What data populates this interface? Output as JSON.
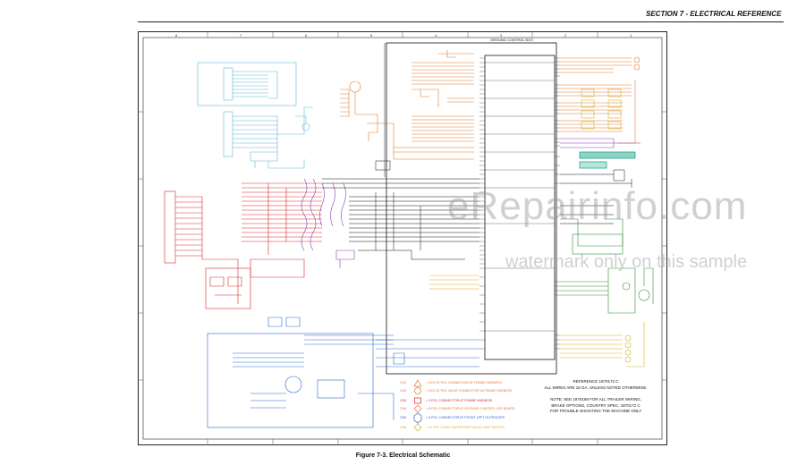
{
  "header": {
    "section_title": "SECTION 7 - ELECTRICAL REFERENCE"
  },
  "figure": {
    "caption": "Figure 7-3.  Electrical Schematic"
  },
  "watermark": {
    "line1": "eRepairinfo.com",
    "line2": "watermark only on this sample"
  },
  "diagram": {
    "ground_control_box_label": "GROUND CONTROL BOX",
    "reference_note": "REFERENCE 1870172 C\nALL WIRES ARE 18 GA. UNLESS NOTED OTHERWISE.",
    "trailer_note": "NOTE: SEE 1870198 FOR ALL TRAILER WIRING,\nBRAKE OPTIONS, COUNTRY SPEC. 1870172 C\nFOR TROUBLE SHOOTING THE MACHINE ONLY",
    "legend": [
      {
        "code": "CN1",
        "text": "= NCS 31 POL CONNECTOR AT FRAME HARNESS",
        "color": "#e8742a"
      },
      {
        "code": "CN2",
        "text": "= NCS 31 POL VALVE CONNECTOR IN FRAME HARNESS",
        "color": "#e8742a"
      },
      {
        "code": "CN3",
        "text": "= 3 POL CONNECTOR AT FRAME HARNESS",
        "color": "#d12a2a"
      },
      {
        "code": "CN4",
        "text": "= 8 POL CONNECTOR AT GROUND CONTROL LED BOARD",
        "color": "#e8742a"
      },
      {
        "code": "CN5",
        "text": "= 8 POL CONNECTOR AT FRONT LEFT OUTRIGGER",
        "color": "#2a5ad1"
      },
      {
        "code": "CN6",
        "text": "= 12 POL CONN. OUTRIGGER VALVE LIMIT SWITCH",
        "color": "#d9b020"
      }
    ],
    "colors": {
      "frame": "#222222",
      "cyan": "#5bb8d6",
      "orange": "#e07a2c",
      "red": "#d12a2a",
      "green": "#2a8f3a",
      "teal": "#1fa88a",
      "purple": "#8a3ab0",
      "yellow": "#d9b020",
      "blue": "#2a6ad1",
      "black": "#111111"
    }
  }
}
